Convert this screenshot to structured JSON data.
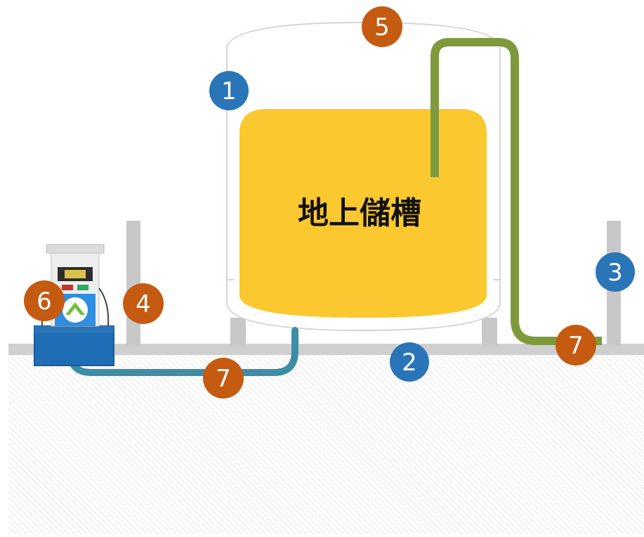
{
  "tank": {
    "label": "地上儲槽"
  },
  "markers": [
    {
      "id": "1",
      "label": "1",
      "color": "blue"
    },
    {
      "id": "2",
      "label": "2",
      "color": "blue"
    },
    {
      "id": "3",
      "label": "3",
      "color": "blue"
    },
    {
      "id": "4",
      "label": "4",
      "color": "orange"
    },
    {
      "id": "5",
      "label": "5",
      "color": "orange"
    },
    {
      "id": "6",
      "label": "6",
      "color": "orange"
    },
    {
      "id": "7a",
      "label": "7",
      "color": "orange"
    },
    {
      "id": "7b",
      "label": "7",
      "color": "orange"
    }
  ],
  "colors": {
    "blue_marker": "#2a75b8",
    "orange_marker": "#c55a11",
    "tank_fill": "#fbc82f",
    "tank_outline": "#d0d0d0",
    "vent_pipe": "#7e9a3c",
    "underground_pipe": "#3b8ea5",
    "ground_line": "#cfcfcf",
    "posts": "#c8c8c8"
  }
}
